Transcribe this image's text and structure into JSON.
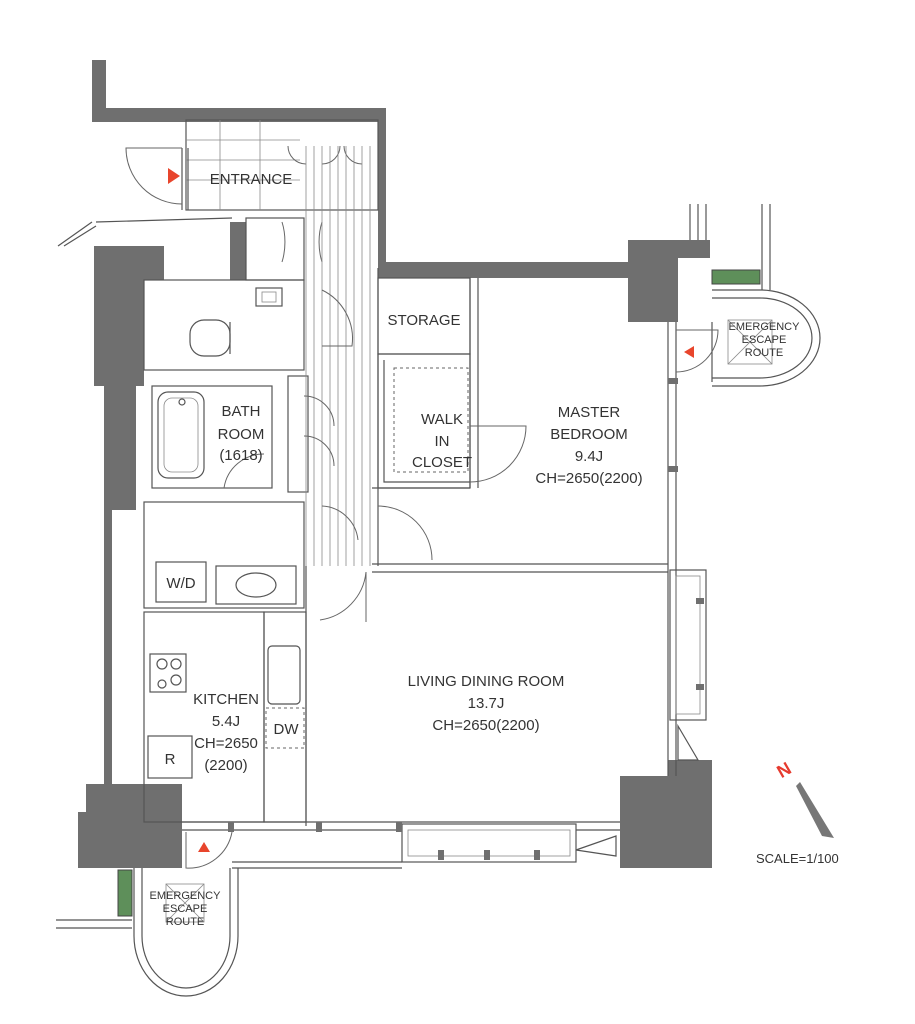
{
  "rooms": {
    "entrance": "ENTRANCE",
    "storage": "STORAGE",
    "walk_in_closet": [
      "WALK",
      "IN",
      "CLOSET"
    ],
    "master_bedroom": [
      "MASTER",
      "BEDROOM",
      "9.4J",
      "CH=2650(2200)"
    ],
    "bath_room": [
      "BATH",
      "ROOM",
      "(1618)"
    ],
    "wd": "W/D",
    "kitchen": [
      "KITCHEN",
      "5.4J",
      "CH=2650",
      "(2200)"
    ],
    "dw": "DW",
    "refrigerator": "R",
    "living_dining": [
      "LIVING DINING ROOM",
      "13.7J",
      "CH=2650(2200)"
    ]
  },
  "escape_routes": {
    "north_east": [
      "EMERGENCY",
      "ESCAPE",
      "ROUTE"
    ],
    "south_west": [
      "EMERGENCY",
      "ESCAPE",
      "ROUTE"
    ]
  },
  "compass": {
    "label": "N",
    "color": "#e63a2e"
  },
  "scale": "SCALE=1/100",
  "colors": {
    "wall": "#6f6f6f",
    "marker": "#e8452c",
    "escape_hatch": "#5e8f5a"
  }
}
